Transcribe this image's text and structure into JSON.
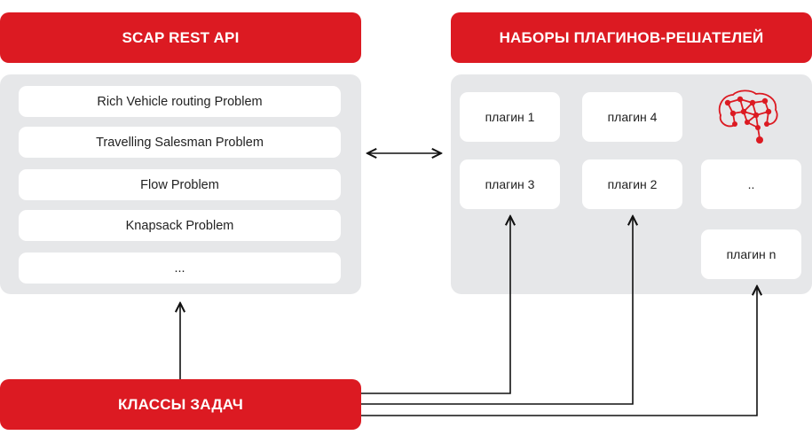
{
  "left": {
    "header": "SCAP REST API",
    "problems": [
      "Rich Vehicle routing Problem",
      "Travelling Salesman Problem",
      "Flow Problem",
      "Knapsack Problem",
      "..."
    ]
  },
  "right": {
    "header": "НАБОРЫ ПЛАГИНОВ-РЕШАТЕЛЕЙ",
    "plugins": {
      "p1": "плагин 1",
      "p4": "плагин 4",
      "p3": "плагин 3",
      "p2": "плагин 2",
      "dots": "..",
      "pn": "плагин n"
    },
    "icon": "brain-network-icon"
  },
  "bottom": {
    "label": "КЛАССЫ ЗАДАЧ"
  },
  "colors": {
    "accent": "#dc1a22",
    "panel": "#e6e7e9",
    "card": "#ffffff",
    "line": "#111111"
  }
}
